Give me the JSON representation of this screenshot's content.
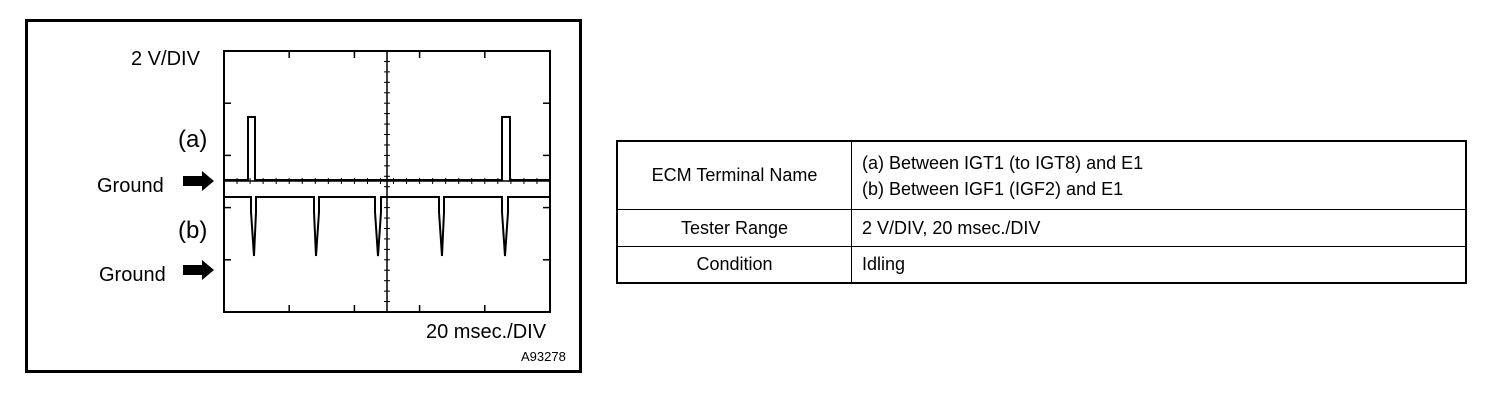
{
  "figure": {
    "volt_div_label": "2 V/DIV",
    "time_div_label": "20 msec./DIV",
    "trace_a_label": "(a)",
    "trace_b_label": "(b)",
    "ground_a_label": "Ground",
    "ground_b_label": "Ground",
    "figure_id": "A93278"
  },
  "table": {
    "rows": [
      {
        "header": "ECM Terminal Name",
        "values": [
          "(a)  Between IGT1 (to IGT8) and E1",
          "(b)  Between IGF1 (IGF2) and E1"
        ]
      },
      {
        "header": "Tester Range",
        "values": [
          "2 V/DIV, 20 msec./DIV"
        ]
      },
      {
        "header": "Condition",
        "values": [
          "Idling"
        ]
      }
    ]
  }
}
